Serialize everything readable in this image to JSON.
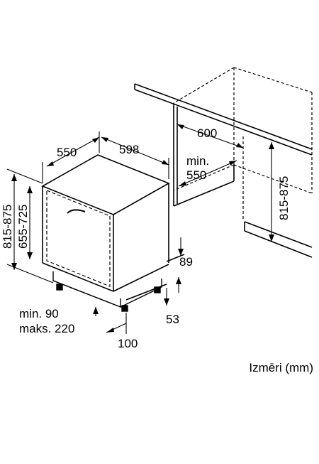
{
  "dimensions": {
    "depth": "550",
    "width": "598",
    "niche_width": "600",
    "niche_min_depth_label": "min.",
    "niche_min_depth_value": "550",
    "niche_height": "815-875",
    "height_total": "815-875",
    "height_body": "655-725",
    "plinth_height": "89",
    "plinth_gap": "53",
    "foot_label_min": "min. 90",
    "foot_label_max": "maks. 220",
    "plinth_depth": "100"
  },
  "caption": "Izmēri (mm)",
  "colors": {
    "line": "#000000",
    "background": "#ffffff"
  }
}
